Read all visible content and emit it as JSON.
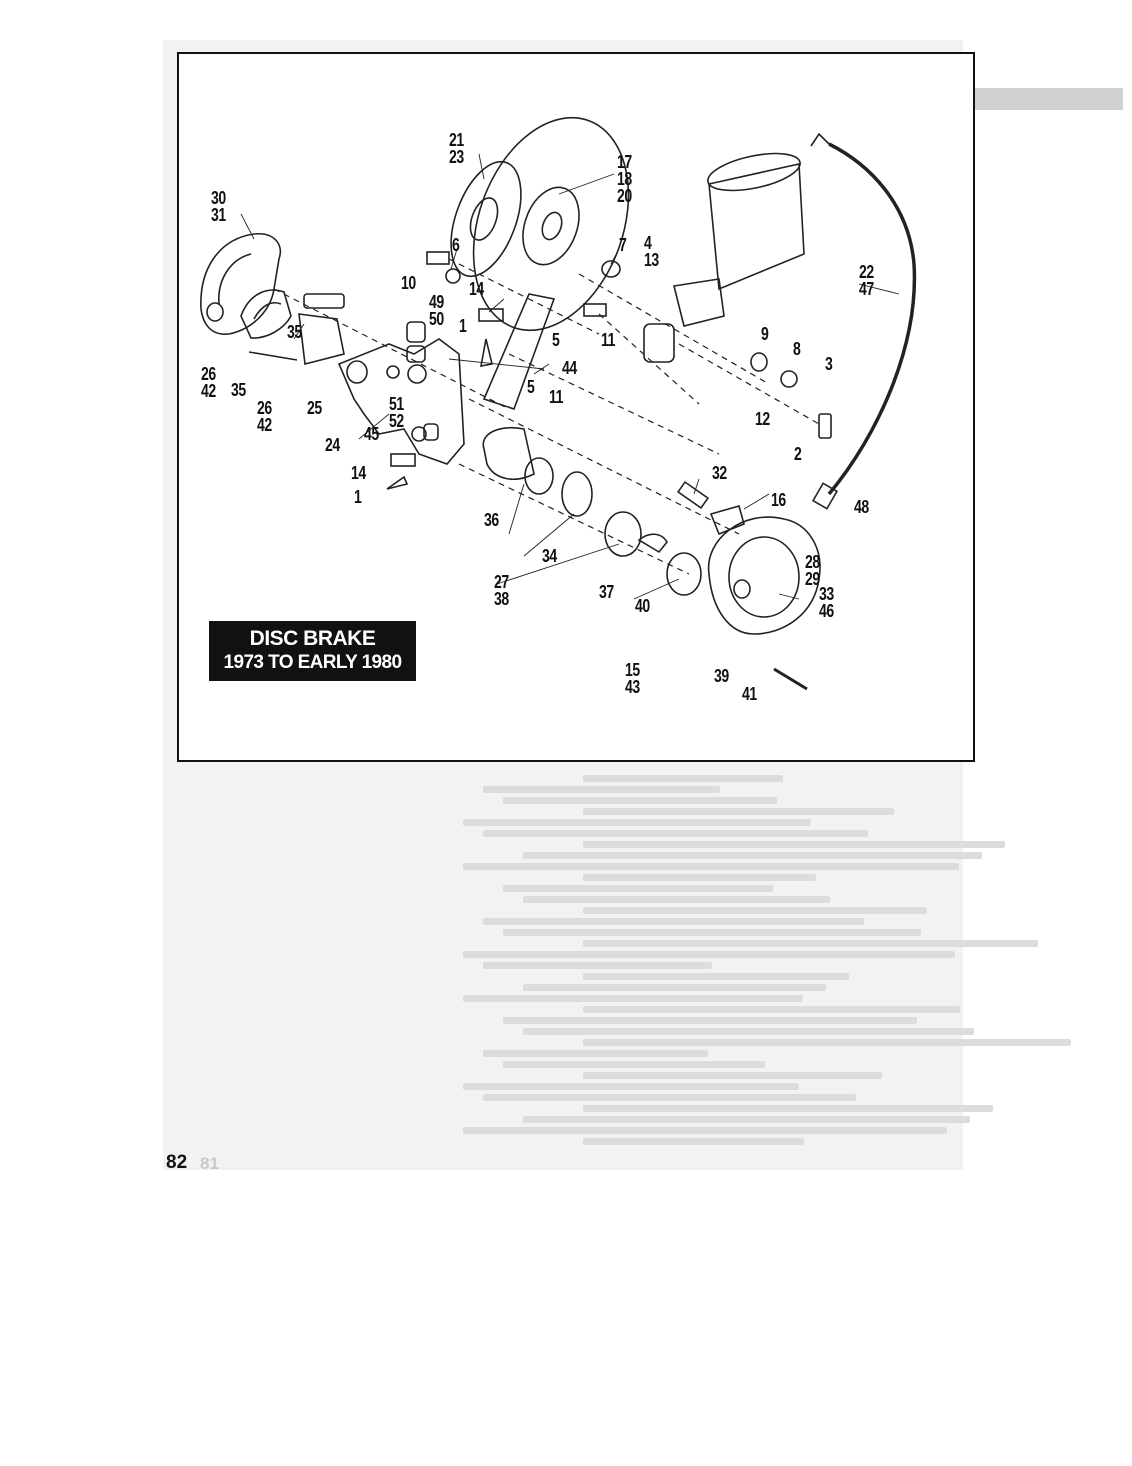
{
  "title_box": {
    "line1": "DISC BRAKE",
    "line2": "1973 TO EARLY 1980"
  },
  "page_number": "82",
  "ghost_page_number": "81",
  "callouts": [
    {
      "label": "21\n23"
    },
    {
      "label": "17\n18\n20"
    },
    {
      "label": "30\n31"
    },
    {
      "label": "6"
    },
    {
      "label": "7"
    },
    {
      "label": "4\n13"
    },
    {
      "label": "22\n47"
    },
    {
      "label": "10"
    },
    {
      "label": "49\n50"
    },
    {
      "label": "14"
    },
    {
      "label": "1"
    },
    {
      "label": "11"
    },
    {
      "label": "5"
    },
    {
      "label": "9"
    },
    {
      "label": "8"
    },
    {
      "label": "3"
    },
    {
      "label": "35"
    },
    {
      "label": "26\n42"
    },
    {
      "label": "35"
    },
    {
      "label": "26\n42"
    },
    {
      "label": "25"
    },
    {
      "label": "44"
    },
    {
      "label": "51\n52"
    },
    {
      "label": "5"
    },
    {
      "label": "11"
    },
    {
      "label": "45"
    },
    {
      "label": "24"
    },
    {
      "label": "12"
    },
    {
      "label": "2"
    },
    {
      "label": "14"
    },
    {
      "label": "1"
    },
    {
      "label": "32"
    },
    {
      "label": "48"
    },
    {
      "label": "16"
    },
    {
      "label": "36"
    },
    {
      "label": "34"
    },
    {
      "label": "28\n29"
    },
    {
      "label": "27\n38"
    },
    {
      "label": "37"
    },
    {
      "label": "40"
    },
    {
      "label": "33\n46"
    },
    {
      "label": "15\n43"
    },
    {
      "label": "39"
    },
    {
      "label": "41"
    }
  ]
}
